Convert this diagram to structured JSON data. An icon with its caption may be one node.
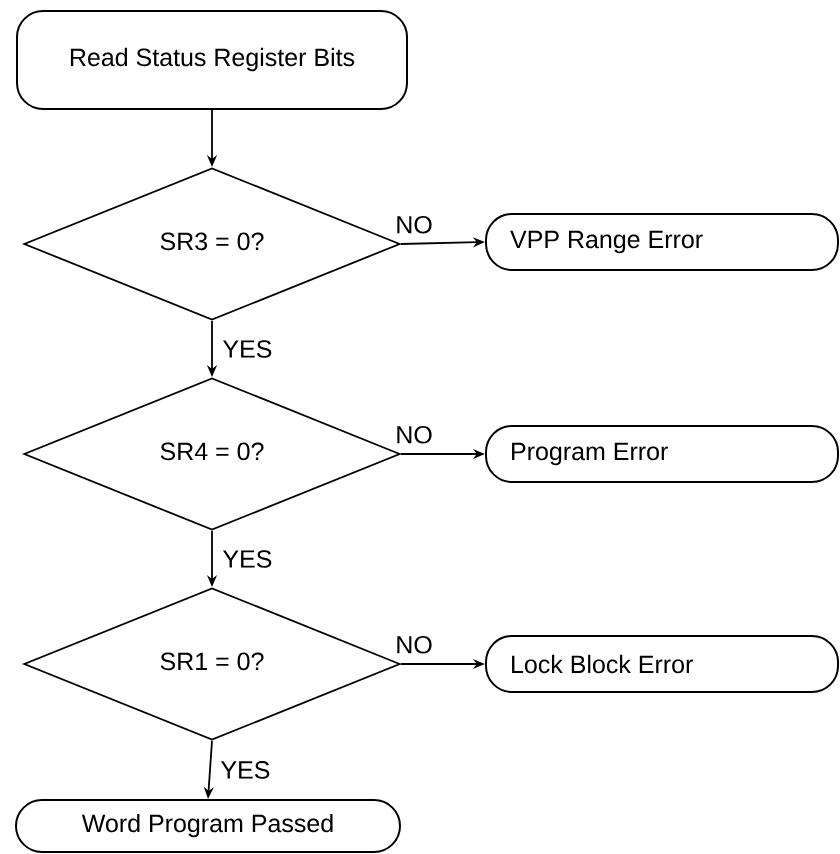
{
  "diagram": {
    "nodes": [
      {
        "text": [
          "Read Status Register Bits"
        ]
      },
      {
        "text": [
          "SR3 = 0?"
        ]
      },
      {
        "text": [
          "VPP Range Error"
        ]
      },
      {
        "text": [
          "SR4 = 0?"
        ]
      },
      {
        "text": [
          "Program Error"
        ]
      },
      {
        "text": [
          "SR1 = 0?"
        ]
      },
      {
        "text": [
          "Lock Block Error"
        ]
      },
      {
        "text": [
          "Word Program Passed"
        ]
      }
    ],
    "edges": [
      {
        "from": 0,
        "to": 1,
        "arrow": "to"
      },
      {
        "from": 1,
        "to": 2,
        "arrow": "to",
        "label": "NO"
      },
      {
        "from": 1,
        "to": 3,
        "arrow": "to",
        "label": "YES"
      },
      {
        "from": 3,
        "to": 4,
        "arrow": "to",
        "label": "NO"
      },
      {
        "from": 3,
        "to": 5,
        "arrow": "to",
        "label": "YES"
      },
      {
        "from": 5,
        "to": 6,
        "arrow": "to",
        "label": "NO"
      },
      {
        "from": 5,
        "to": 7,
        "arrow": "to",
        "label": "YES"
      }
    ]
  }
}
